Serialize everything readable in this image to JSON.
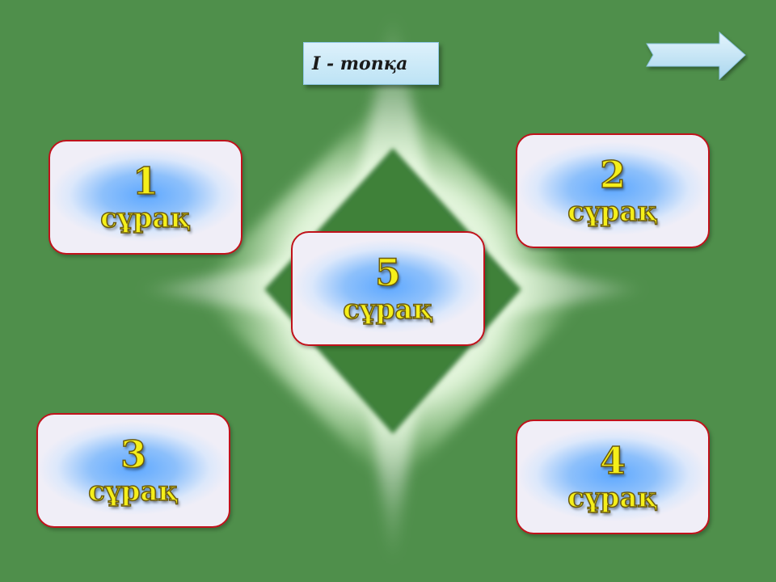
{
  "slide": {
    "title": "І - топқа",
    "next_icon": "right-arrow-icon"
  },
  "questions": [
    {
      "number": "1",
      "label": "сұрақ"
    },
    {
      "number": "2",
      "label": "сұрақ"
    },
    {
      "number": "3",
      "label": "сұрақ"
    },
    {
      "number": "4",
      "label": "сұрақ"
    },
    {
      "number": "5",
      "label": "сұрақ"
    }
  ],
  "colors": {
    "background": "#4f8f4b",
    "inner_diamond": "#3e7f3a",
    "card_border": "#c0121b",
    "card_center": "#5ea8ff",
    "number_text": "#f5ef1a",
    "title_box": "#cde9f7"
  }
}
